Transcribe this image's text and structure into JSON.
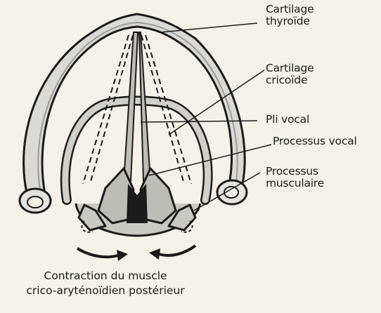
{
  "labels": {
    "thyroid": [
      "Cartilage",
      "thyroïde"
    ],
    "cricoid": [
      "Cartilage",
      "cricoïde"
    ],
    "vocal_fold": [
      "Pli vocal"
    ],
    "vocal_process": [
      "Processus vocal"
    ],
    "muscular_process": [
      "Processus",
      "musculaire"
    ]
  },
  "caption": [
    "Contraction du muscle",
    "crico-aryténoïdien postérieur"
  ],
  "colors": {
    "background": "#f4f1ea",
    "ink": "#1b1b1b",
    "cartilage_fill": "#d9d9d6"
  }
}
